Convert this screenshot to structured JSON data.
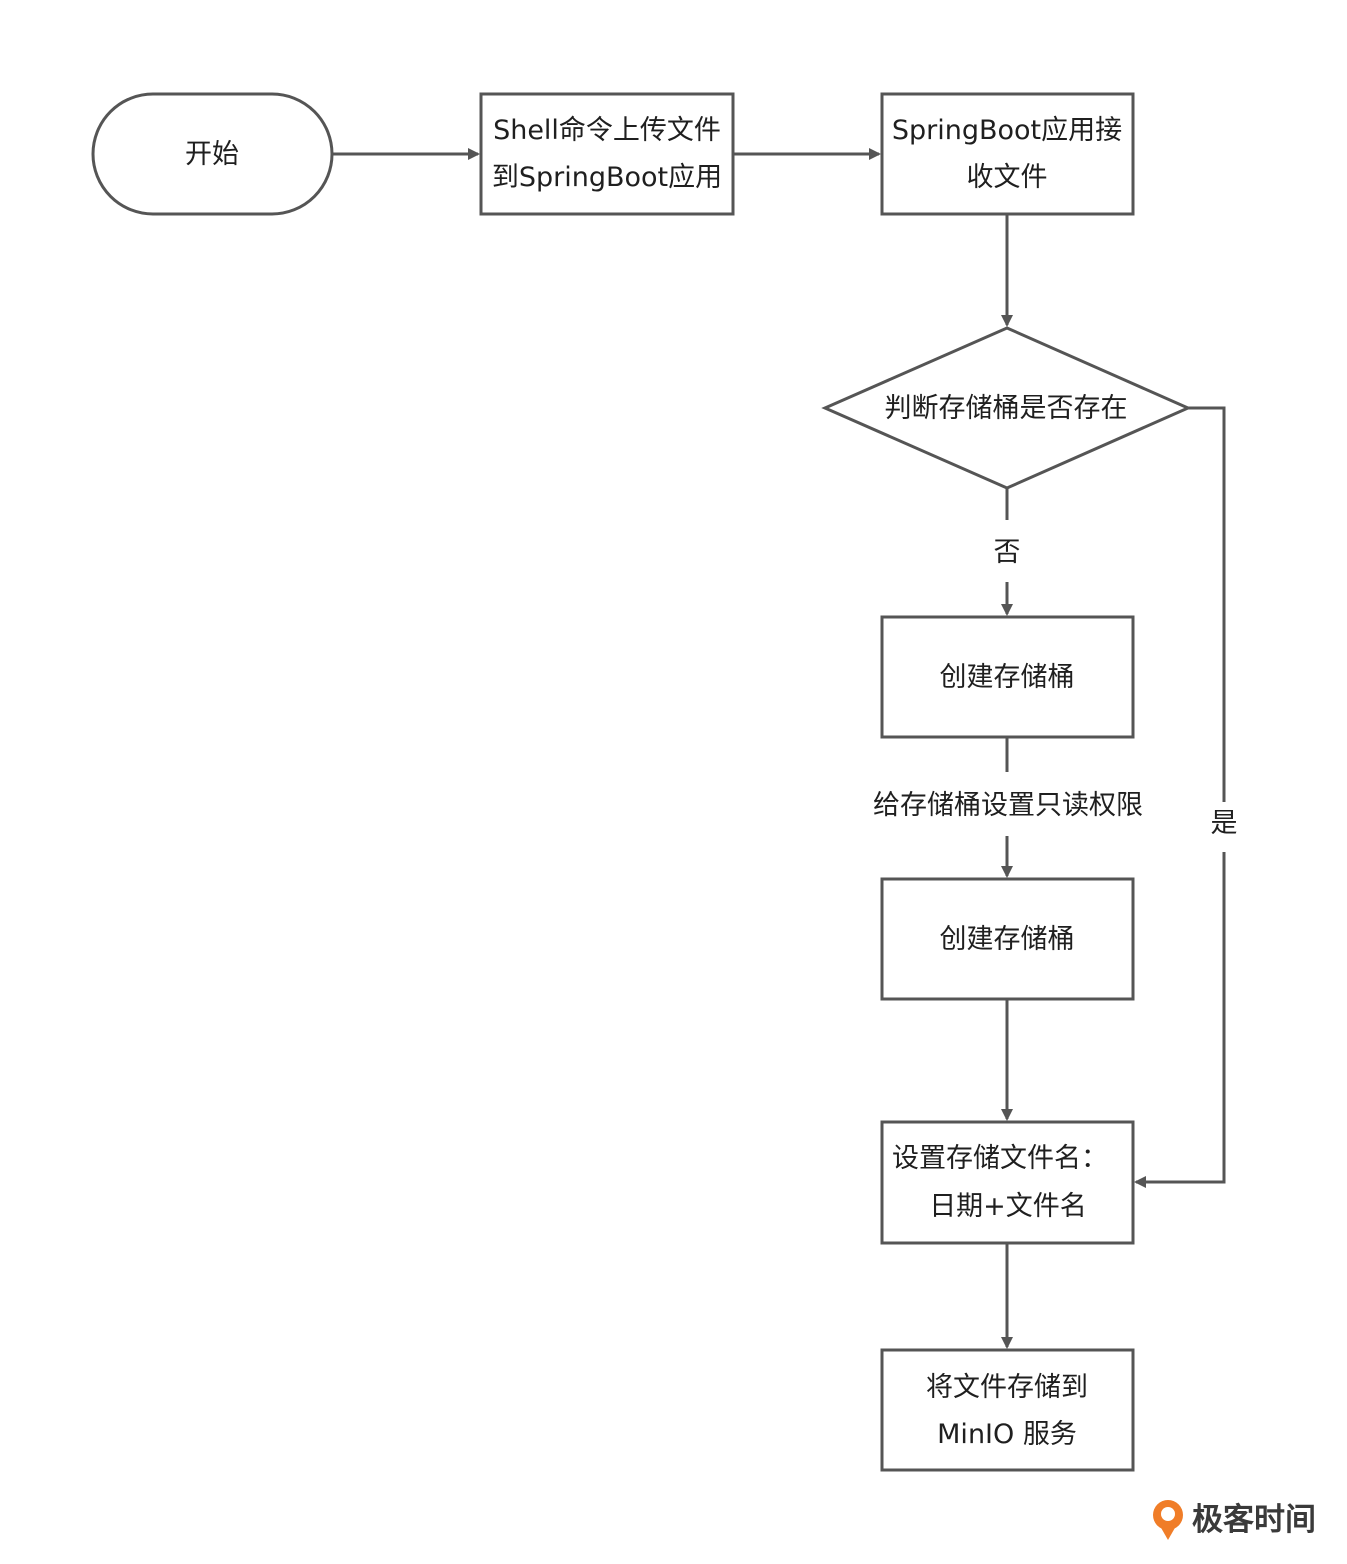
{
  "nodes": {
    "start": {
      "lines": [
        "开始"
      ]
    },
    "upload": {
      "lines": [
        "Shell命令上传文件",
        "到SpringBoot应用"
      ]
    },
    "receive": {
      "lines": [
        "SpringBoot应用接",
        "收文件"
      ]
    },
    "decision": {
      "lines": [
        "判断存储桶是否存在"
      ]
    },
    "create1": {
      "lines": [
        "创建存储桶"
      ]
    },
    "create2": {
      "lines": [
        "创建存储桶"
      ]
    },
    "setname": {
      "lines": [
        "设置存储文件名：",
        "日期+文件名"
      ]
    },
    "store": {
      "lines": [
        "将文件存储到",
        "MinIO 服务"
      ]
    }
  },
  "edges": {
    "no_label": "否",
    "yes_label": "是",
    "readonly_label": "给存储桶设置只读权限"
  },
  "brand": {
    "name": "极客时间"
  },
  "colors": {
    "stroke": "#555555",
    "text": "#1f1f1f",
    "brand_accent": "#f07d28"
  }
}
